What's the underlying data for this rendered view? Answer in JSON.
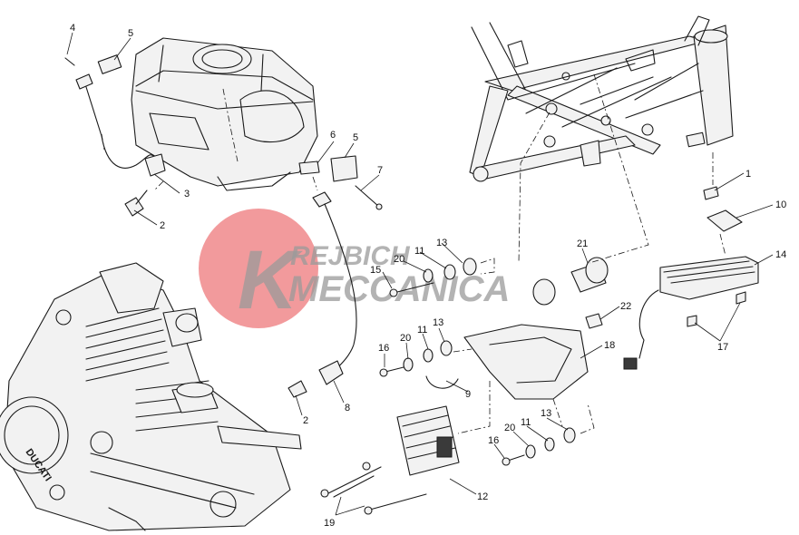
{
  "callouts": {
    "c1": "1",
    "c2a": "2",
    "c2b": "2",
    "c3": "3",
    "c4": "4",
    "c5a": "5",
    "c5b": "5",
    "c6": "6",
    "c7": "7",
    "c8": "8",
    "c9": "9",
    "c10": "10",
    "c11a": "11",
    "c11b": "11",
    "c11c": "11",
    "c12": "12",
    "c13a": "13",
    "c13b": "13",
    "c13c": "13",
    "c14": "14",
    "c15": "15",
    "c16a": "16",
    "c16b": "16",
    "c17": "17",
    "c18": "18",
    "c19": "19",
    "c20a": "20",
    "c20b": "20",
    "c20c": "20",
    "c21": "21",
    "c22": "22"
  },
  "watermark": {
    "line1": "REJBICH",
    "line2": "MECCANICA",
    "logo_letter": "K"
  },
  "engine_label": "DUCATI",
  "colors": {
    "line": "#1a1a1a",
    "watermark_red": "#e8474b",
    "watermark_grey": "#9a9a9a"
  }
}
